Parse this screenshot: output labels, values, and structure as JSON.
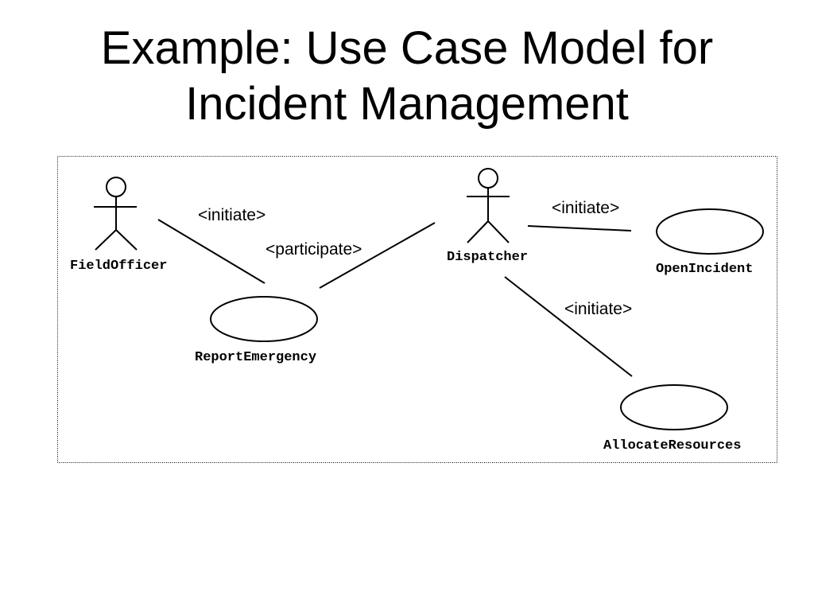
{
  "title": {
    "line1": "Example:  Use Case Model for",
    "line2": "Incident Management"
  },
  "actors": {
    "field_officer": "FieldOfficer",
    "dispatcher": "Dispatcher"
  },
  "use_cases": {
    "report_emergency": "ReportEmergency",
    "open_incident": "OpenIncident",
    "allocate_resources": "AllocateResources"
  },
  "stereotypes": {
    "field_officer_initiate": "<initiate>",
    "dispatcher_participate": "<participate>",
    "open_incident_initiate": "<initiate>",
    "allocate_initiate": "<initiate>"
  }
}
